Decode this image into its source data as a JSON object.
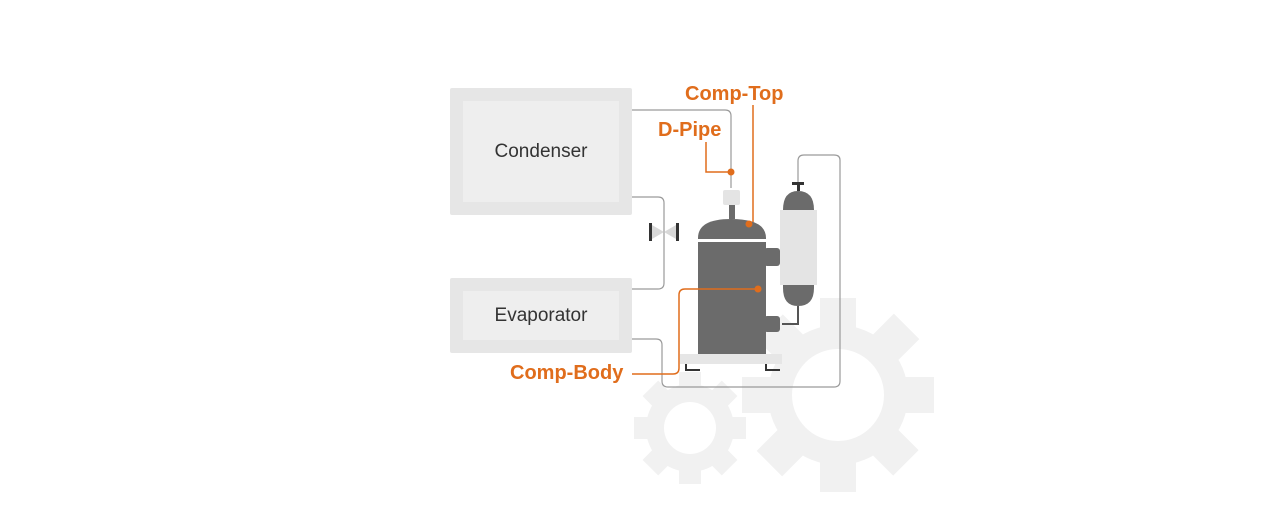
{
  "components": {
    "condenser_label": "Condenser",
    "evaporator_label": "Evaporator"
  },
  "callouts": {
    "comp_top": "Comp-Top",
    "d_pipe": "D-Pipe",
    "comp_body": "Comp-Body"
  },
  "colors": {
    "accent": "#e06d1c",
    "compressor": "#6b6b6b",
    "pipe": "#9a9a9a",
    "box": "#e6e6e6",
    "gear": "#f1f1f1"
  }
}
